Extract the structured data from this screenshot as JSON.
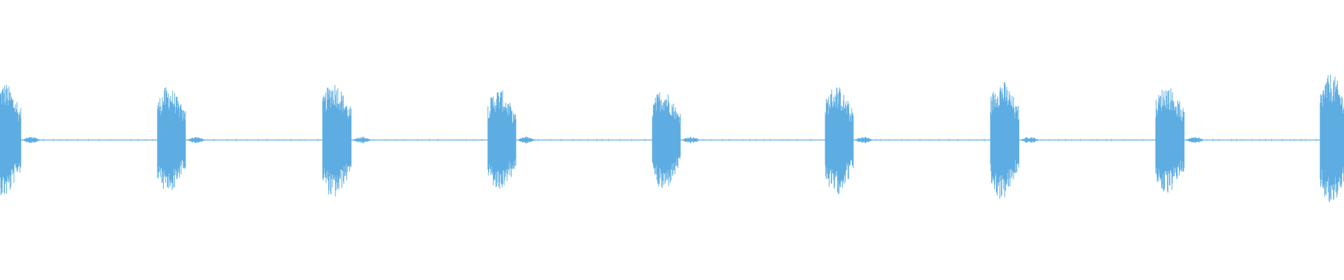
{
  "waveform": {
    "color": "#5dade2",
    "background": "#ffffff",
    "burst_count": 9,
    "bursts": [
      {
        "peak": 0.46
      },
      {
        "peak": 0.43
      },
      {
        "peak": 0.47
      },
      {
        "peak": 0.41
      },
      {
        "peak": 0.41
      },
      {
        "peak": 0.44
      },
      {
        "peak": 0.48
      },
      {
        "peak": 0.44
      },
      {
        "peak": 0.53
      }
    ]
  }
}
